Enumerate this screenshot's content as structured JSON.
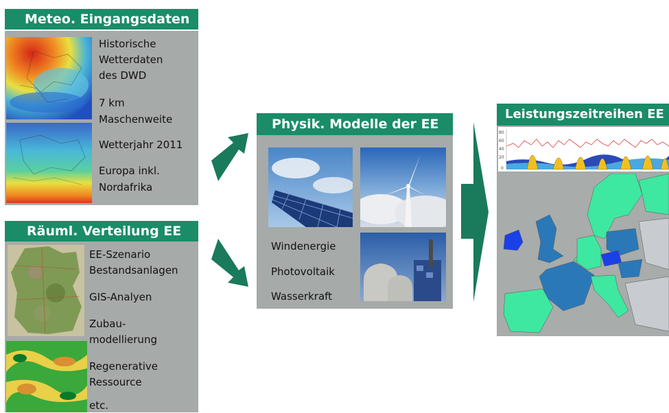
{
  "colors": {
    "accent": "#1a8c68",
    "panel": "#a6aaa8"
  },
  "meteo": {
    "title": "Meteo. Eingangsdaten",
    "lines": [
      "Historische",
      "Wetterdaten",
      "des DWD",
      "7 km",
      "Maschenweite",
      "Wetterjahr 2011",
      "Europa inkl.",
      "Nordafrika"
    ]
  },
  "spatial": {
    "title": "Räuml. Verteilung EE",
    "lines": [
      "EE-Szenario",
      "Bestandsanlagen",
      "GIS-Analyen",
      "Zubau-",
      "modellierung",
      "Regenerative",
      "Ressource",
      "etc."
    ]
  },
  "physics": {
    "title": "Physik. Modelle der EE",
    "lines": [
      "Windenergie",
      "Photovoltaik",
      "Wasserkraft"
    ]
  },
  "output": {
    "title": "Leistungszeitreihen EE",
    "chart_ticks": [
      "80",
      "60",
      "40",
      "20",
      "0"
    ]
  },
  "icons": [
    "heatmap-europe-image",
    "heatmap-europe-image-2",
    "germany-map-image",
    "land-use-map-image",
    "solar-panel-image",
    "wind-turbine-image",
    "biogas-plant-image",
    "europe-map-image"
  ]
}
